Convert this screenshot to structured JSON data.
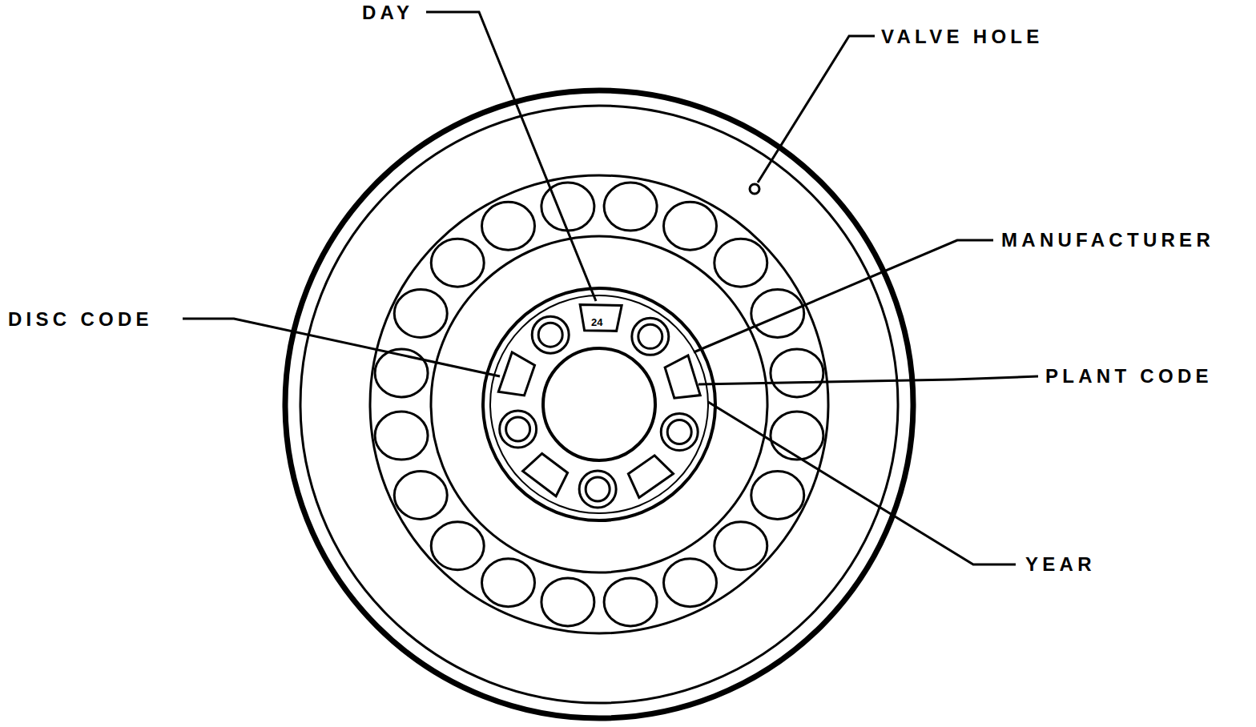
{
  "diagram": {
    "labels": [
      "DAY",
      "VALVE HOLE",
      "MANUFACTURER",
      "DISC CODE",
      "PLANT CODE",
      "YEAR",
      "24"
    ]
  }
}
